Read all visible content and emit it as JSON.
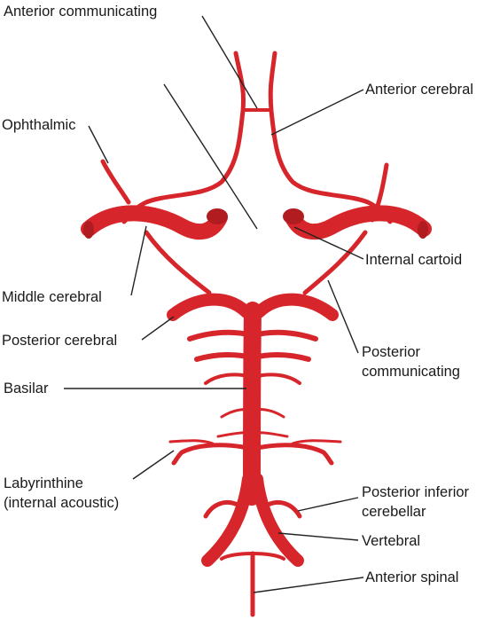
{
  "labels": {
    "anterior_communicating": "Anterior communicating",
    "anterior_cerebral": "Anterior cerebral",
    "ophthalmic": "Ophthalmic",
    "internal_cartoid": "Internal cartoid",
    "middle_cerebral": "Middle cerebral",
    "posterior_cerebral": "Posterior cerebral",
    "posterior_communicating_line1": "Posterior",
    "posterior_communicating_line2": "communicating",
    "basilar": "Basilar",
    "labyrinthine_line1": "Labyrinthine",
    "labyrinthine_line2": "(internal acoustic)",
    "posterior_inferior_cerebellar_line1": "Posterior inferior",
    "posterior_inferior_cerebellar_line2": "cerebellar",
    "vertebral": "Vertebral",
    "anterior_spinal": "Anterior spinal"
  },
  "colors": {
    "artery": "#d7262b",
    "artery_shadow": "#b01c20",
    "leader_line": "#222222"
  }
}
